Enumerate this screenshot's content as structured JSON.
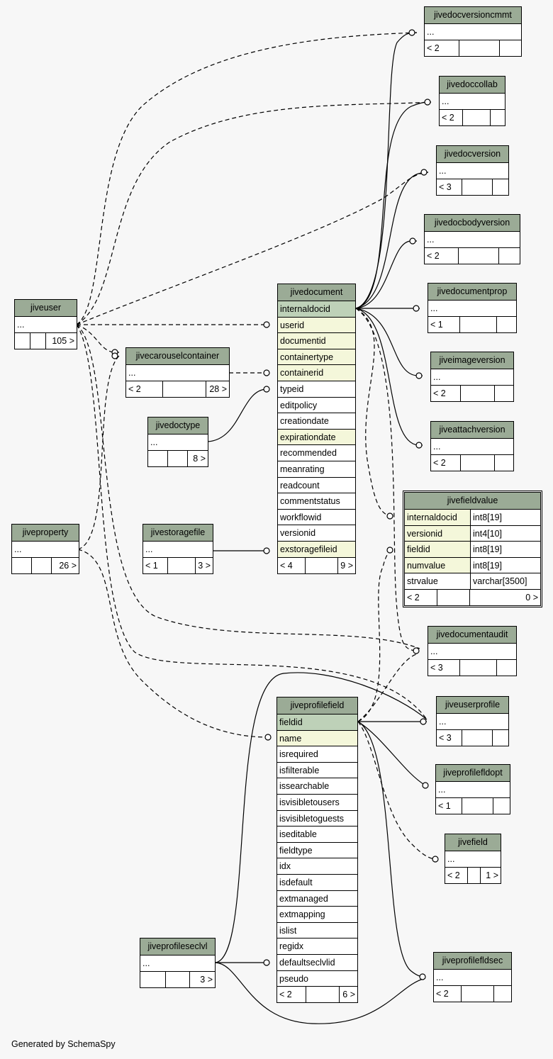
{
  "footer": "Generated by SchemaSpy",
  "tables": {
    "jivedocversioncmmt": {
      "title": "jivedocversioncmmt",
      "rows": [
        "..."
      ],
      "stats": [
        "< 2",
        "",
        ""
      ]
    },
    "jivedoccollab": {
      "title": "jivedoccollab",
      "rows": [
        "..."
      ],
      "stats": [
        "< 2",
        "",
        ""
      ]
    },
    "jivedocversion": {
      "title": "jivedocversion",
      "rows": [
        "..."
      ],
      "stats": [
        "< 3",
        "",
        ""
      ]
    },
    "jivedocbodyversion": {
      "title": "jivedocbodyversion",
      "rows": [
        "..."
      ],
      "stats": [
        "< 2",
        "",
        ""
      ]
    },
    "jivedocumentprop": {
      "title": "jivedocumentprop",
      "rows": [
        "..."
      ],
      "stats": [
        "< 1",
        "",
        ""
      ]
    },
    "jiveimageversion": {
      "title": "jiveimageversion",
      "rows": [
        "..."
      ],
      "stats": [
        "< 2",
        "",
        ""
      ]
    },
    "jiveattachversion": {
      "title": "jiveattachversion",
      "rows": [
        "..."
      ],
      "stats": [
        "< 2",
        "",
        ""
      ]
    },
    "jiveuser": {
      "title": "jiveuser",
      "rows": [
        "..."
      ],
      "stats": [
        "",
        "",
        "105 >"
      ]
    },
    "jivecarouselcontainer": {
      "title": "jivecarouselcontainer",
      "rows": [
        "..."
      ],
      "stats": [
        "< 2",
        "",
        "28 >"
      ]
    },
    "jivedoctype": {
      "title": "jivedoctype",
      "rows": [
        "..."
      ],
      "stats": [
        "",
        "",
        "8 >"
      ]
    },
    "jiveproperty": {
      "title": "jiveproperty",
      "rows": [
        "..."
      ],
      "stats": [
        "",
        "",
        "26 >"
      ]
    },
    "jivestoragefile": {
      "title": "jivestoragefile",
      "rows": [
        "..."
      ],
      "stats": [
        "< 1",
        "",
        "3 >"
      ]
    },
    "jivedocument": {
      "title": "jivedocument",
      "rows": [
        "internaldocid",
        "userid",
        "documentid",
        "containertype",
        "containerid",
        "typeid",
        "editpolicy",
        "creationdate",
        "expirationdate",
        "recommended",
        "meanrating",
        "readcount",
        "commentstatus",
        "workflowid",
        "versionid",
        "exstoragefileid"
      ],
      "stats": [
        "< 4",
        "",
        "9 >"
      ]
    },
    "jivefieldvalue": {
      "title": "jivefieldvalue",
      "cols": [
        [
          "internaldocid",
          "int8[19]"
        ],
        [
          "versionid",
          "int4[10]"
        ],
        [
          "fieldid",
          "int8[19]"
        ],
        [
          "numvalue",
          "int8[19]"
        ],
        [
          "strvalue",
          "varchar[3500]"
        ]
      ],
      "stats": [
        "< 2",
        "",
        "0 >"
      ]
    },
    "jivedocumentaudit": {
      "title": "jivedocumentaudit",
      "rows": [
        "..."
      ],
      "stats": [
        "< 3",
        "",
        ""
      ]
    },
    "jiveuserprofile": {
      "title": "jiveuserprofile",
      "rows": [
        "..."
      ],
      "stats": [
        "< 3",
        "",
        ""
      ]
    },
    "jiveprofilefldopt": {
      "title": "jiveprofilefldopt",
      "rows": [
        "..."
      ],
      "stats": [
        "< 1",
        "",
        ""
      ]
    },
    "jivefield": {
      "title": "jivefield",
      "rows": [
        "..."
      ],
      "stats": [
        "< 2",
        "",
        "1 >"
      ]
    },
    "jiveprofilefield": {
      "title": "jiveprofilefield",
      "rows": [
        "fieldid",
        "name",
        "isrequired",
        "isfilterable",
        "issearchable",
        "isvisibletousers",
        "isvisibletoguests",
        "iseditable",
        "fieldtype",
        "idx",
        "isdefault",
        "extmanaged",
        "extmapping",
        "islist",
        "regidx",
        "defaultseclvlid",
        "pseudo"
      ],
      "stats": [
        "< 2",
        "",
        "6 >"
      ]
    },
    "jiveprofileseclvl": {
      "title": "jiveprofileseclvl",
      "rows": [
        "..."
      ],
      "stats": [
        "",
        "",
        "3 >"
      ]
    },
    "jiveprofilefldsec": {
      "title": "jiveprofilefldsec",
      "rows": [
        "..."
      ],
      "stats": [
        "< 2",
        "",
        ""
      ]
    }
  }
}
